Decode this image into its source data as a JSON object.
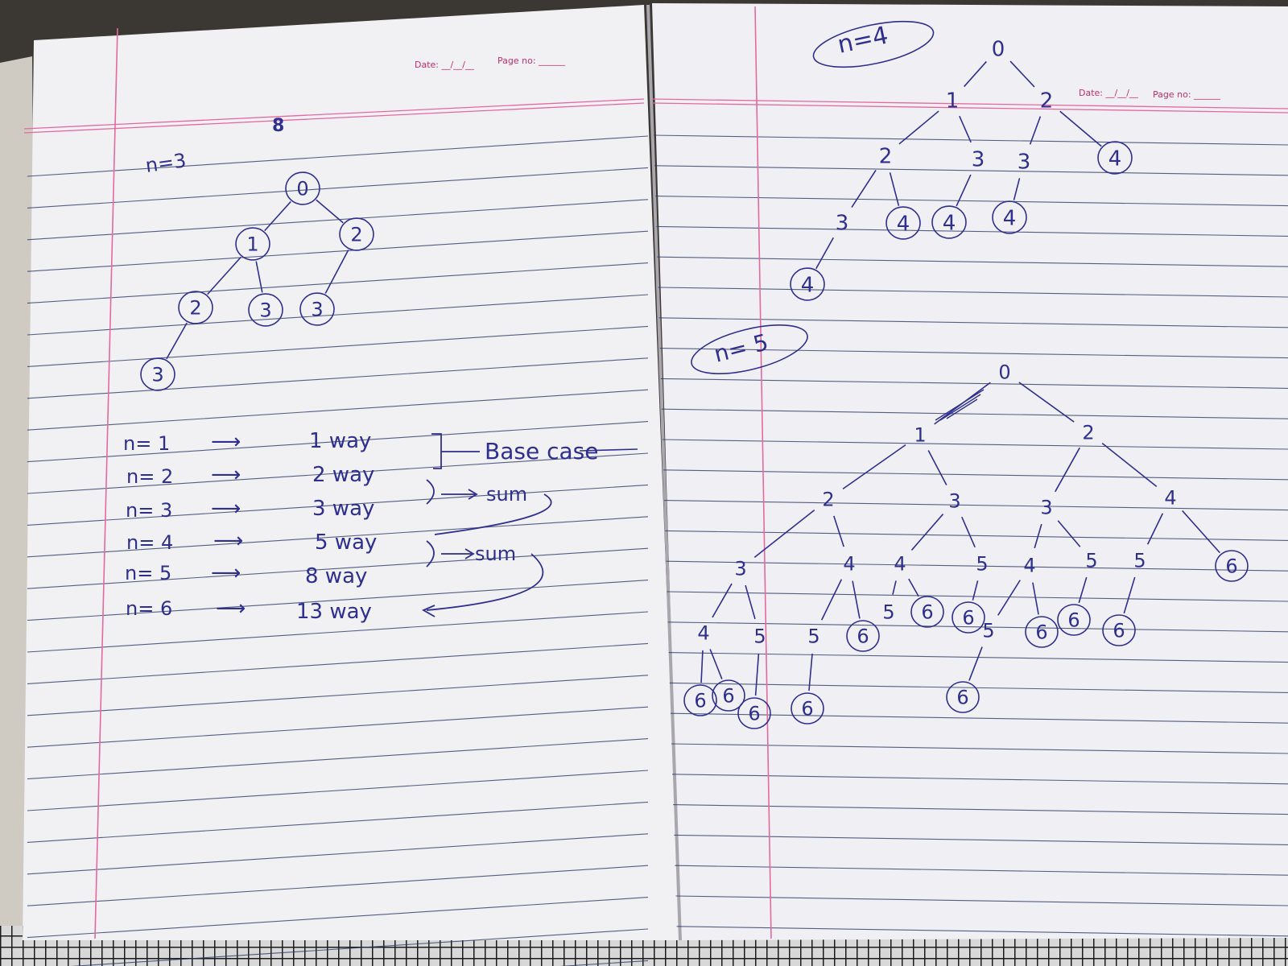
{
  "colors": {
    "background": "#3b3733",
    "page": "#f1f0f3",
    "rule_line": "#2b3a67",
    "margin_line": "#e26aa0",
    "ink": "#2e2f8f",
    "printed": "#c0306a"
  },
  "left_page": {
    "header": {
      "date_label": "Date: __/__/__",
      "page_label": "Page no: ______"
    },
    "stray_mark": "8",
    "tree_label": "n=3",
    "tree": {
      "nodes": [
        {
          "id": "L0",
          "label": "0",
          "circled": true
        },
        {
          "id": "L1",
          "label": "1",
          "circled": true
        },
        {
          "id": "L2",
          "label": "2",
          "circled": true
        },
        {
          "id": "L3",
          "label": "2",
          "circled": true
        },
        {
          "id": "L4",
          "label": "3",
          "circled": true
        },
        {
          "id": "L5",
          "label": "3",
          "circled": true
        },
        {
          "id": "L6",
          "label": "3",
          "circled": true
        }
      ],
      "edges": [
        [
          "L0",
          "L1"
        ],
        [
          "L0",
          "L2"
        ],
        [
          "L1",
          "L3"
        ],
        [
          "L1",
          "L4"
        ],
        [
          "L2",
          "L5"
        ],
        [
          "L3",
          "L6"
        ]
      ]
    },
    "table": [
      {
        "n": "n= 1",
        "arrow": "⟶",
        "ways": "1 way"
      },
      {
        "n": "n= 2",
        "arrow": "⟶",
        "ways": "2 way"
      },
      {
        "n": "n= 3",
        "arrow": "⟶",
        "ways": "3 way"
      },
      {
        "n": "n= 4",
        "arrow": "⟶",
        "ways": "5 way"
      },
      {
        "n": "n= 5",
        "arrow": "⟶",
        "ways": "8 way"
      },
      {
        "n": "n= 6",
        "arrow": "⟶",
        "ways": "13 way"
      }
    ],
    "notes": {
      "base_case": "Base case",
      "sum_1": "sum",
      "sum_2": "sum"
    }
  },
  "right_page": {
    "header": {
      "date_label": "Date: __/__/__",
      "page_label": "Page no: ______"
    },
    "tree_n4": {
      "label": "n=4",
      "nodes": [
        {
          "id": "A0",
          "label": "0",
          "circled": false
        },
        {
          "id": "A1",
          "label": "1",
          "circled": false
        },
        {
          "id": "A2",
          "label": "2",
          "circled": false
        },
        {
          "id": "A3",
          "label": "2",
          "circled": false
        },
        {
          "id": "A4",
          "label": "3",
          "circled": false
        },
        {
          "id": "A5",
          "label": "3",
          "circled": false
        },
        {
          "id": "A6",
          "label": "4",
          "circled": true
        },
        {
          "id": "A7",
          "label": "3",
          "circled": false
        },
        {
          "id": "A8",
          "label": "4",
          "circled": true
        },
        {
          "id": "A9",
          "label": "4",
          "circled": true
        },
        {
          "id": "A10",
          "label": "4",
          "circled": true
        },
        {
          "id": "A11",
          "label": "4",
          "circled": true
        }
      ],
      "edges": [
        [
          "A0",
          "A1"
        ],
        [
          "A0",
          "A2"
        ],
        [
          "A1",
          "A3"
        ],
        [
          "A1",
          "A4"
        ],
        [
          "A2",
          "A5"
        ],
        [
          "A2",
          "A6"
        ],
        [
          "A3",
          "A7"
        ],
        [
          "A3",
          "A8"
        ],
        [
          "A4",
          "A9"
        ],
        [
          "A5",
          "A10"
        ],
        [
          "A7",
          "A11"
        ]
      ]
    },
    "tree_n5": {
      "label": "n= 5",
      "nodes": [
        {
          "id": "B0",
          "label": "0",
          "circled": false
        },
        {
          "id": "B1",
          "label": "1",
          "circled": false
        },
        {
          "id": "B2",
          "label": "2",
          "circled": false
        },
        {
          "id": "B3",
          "label": "2",
          "circled": false
        },
        {
          "id": "B4",
          "label": "3",
          "circled": false
        },
        {
          "id": "B5",
          "label": "3",
          "circled": false
        },
        {
          "id": "B6",
          "label": "4",
          "circled": false
        },
        {
          "id": "B7",
          "label": "3",
          "circled": false
        },
        {
          "id": "B8",
          "label": "4",
          "circled": false
        },
        {
          "id": "B9",
          "label": "4",
          "circled": false
        },
        {
          "id": "B10",
          "label": "5",
          "circled": false
        },
        {
          "id": "B11",
          "label": "4",
          "circled": false
        },
        {
          "id": "B12",
          "label": "5",
          "circled": false
        },
        {
          "id": "B13",
          "label": "5",
          "circled": false
        },
        {
          "id": "B14",
          "label": "6",
          "circled": true
        },
        {
          "id": "B15",
          "label": "4",
          "circled": false
        },
        {
          "id": "B16",
          "label": "5",
          "circled": false
        },
        {
          "id": "B17",
          "label": "5",
          "circled": false
        },
        {
          "id": "B18",
          "label": "6",
          "circled": true
        },
        {
          "id": "B19",
          "label": "5",
          "circled": false
        },
        {
          "id": "B20",
          "label": "6",
          "circled": true
        },
        {
          "id": "B21",
          "label": "6",
          "circled": true
        },
        {
          "id": "B22",
          "label": "5",
          "circled": false
        },
        {
          "id": "B23",
          "label": "6",
          "circled": true
        },
        {
          "id": "B24",
          "label": "6",
          "circled": true
        },
        {
          "id": "B25",
          "label": "6",
          "circled": true
        },
        {
          "id": "B26",
          "label": "6",
          "circled": true
        },
        {
          "id": "B27",
          "label": "6",
          "circled": true
        },
        {
          "id": "B28",
          "label": "6",
          "circled": true
        },
        {
          "id": "B29",
          "label": "6",
          "circled": true
        },
        {
          "id": "B30",
          "label": "6",
          "circled": true
        }
      ],
      "edges": [
        [
          "B0",
          "B1"
        ],
        [
          "B0",
          "B2"
        ],
        [
          "B1",
          "B3"
        ],
        [
          "B1",
          "B4"
        ],
        [
          "B2",
          "B5"
        ],
        [
          "B2",
          "B6"
        ],
        [
          "B3",
          "B7"
        ],
        [
          "B3",
          "B8"
        ],
        [
          "B4",
          "B9"
        ],
        [
          "B4",
          "B10"
        ],
        [
          "B5",
          "B11"
        ],
        [
          "B5",
          "B12"
        ],
        [
          "B6",
          "B13"
        ],
        [
          "B6",
          "B14"
        ],
        [
          "B7",
          "B15"
        ],
        [
          "B7",
          "B16"
        ],
        [
          "B8",
          "B17"
        ],
        [
          "B8",
          "B18"
        ],
        [
          "B9",
          "B19"
        ],
        [
          "B9",
          "B20"
        ],
        [
          "B10",
          "B21"
        ],
        [
          "B11",
          "B22"
        ],
        [
          "B11",
          "B23"
        ],
        [
          "B12",
          "B24"
        ],
        [
          "B13",
          "B25"
        ],
        [
          "B15",
          "B26"
        ],
        [
          "B15",
          "B27"
        ],
        [
          "B16",
          "B28"
        ],
        [
          "B17",
          "B29"
        ],
        [
          "B22",
          "B30"
        ]
      ]
    }
  }
}
